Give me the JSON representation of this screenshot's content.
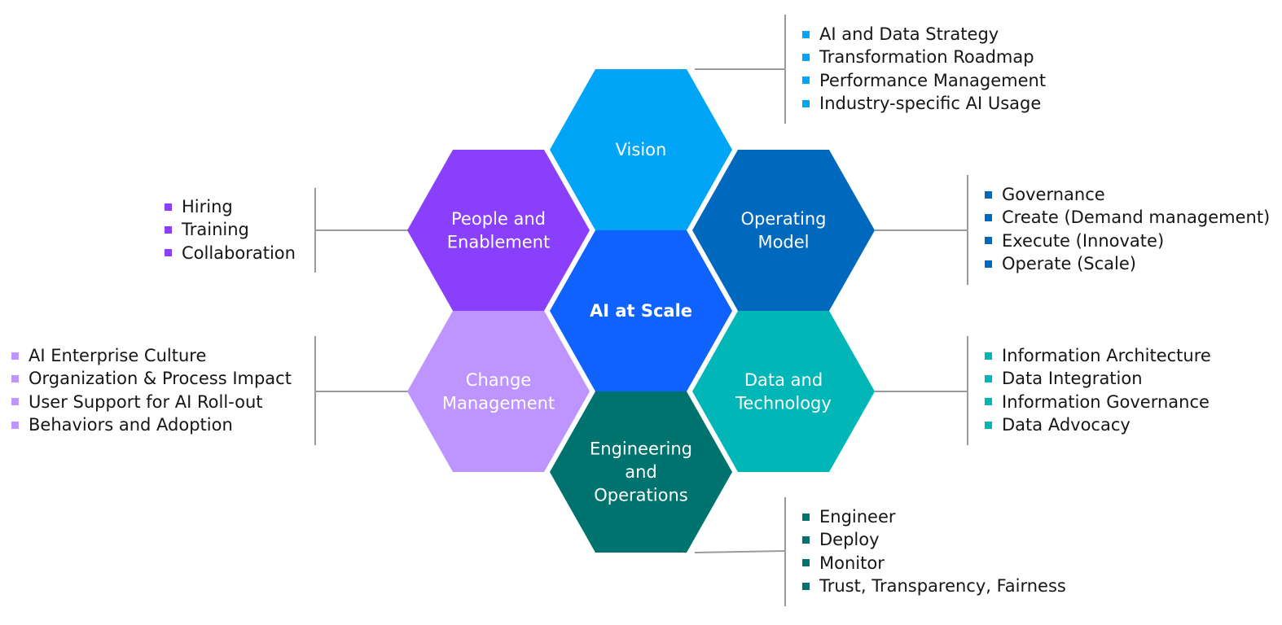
{
  "center": {
    "label": "AI at Scale",
    "color": "#0f62fe"
  },
  "hexes": {
    "vision": {
      "lines": [
        "Vision"
      ],
      "color": "#00a5f7"
    },
    "people": {
      "lines": [
        "People and",
        "Enablement"
      ],
      "color": "#8a3ffc"
    },
    "operating": {
      "lines": [
        "Operating",
        "Model"
      ],
      "color": "#0069be"
    },
    "change": {
      "lines": [
        "Change",
        "Management"
      ],
      "color": "#be95ff"
    },
    "data": {
      "lines": [
        "Data and",
        "Technology"
      ],
      "color": "#00b6b6"
    },
    "engineering": {
      "lines": [
        "Engineering",
        "and",
        "Operations"
      ],
      "color": "#00736e"
    }
  },
  "lists": {
    "vision": {
      "items": [
        "AI and Data Strategy",
        "Transformation Roadmap",
        "Performance Management",
        "Industry-specific AI Usage"
      ]
    },
    "people": {
      "items": [
        "Hiring",
        "Training",
        "Collaboration"
      ]
    },
    "operating": {
      "items": [
        "Governance",
        "Create (Demand management)",
        "Execute (Innovate)",
        "Operate (Scale)"
      ]
    },
    "change": {
      "items": [
        "AI Enterprise Culture",
        "Organization & Process Impact",
        "User Support for AI Roll-out",
        "Behaviors and Adoption"
      ]
    },
    "data": {
      "items": [
        "Information Architecture",
        "Data Integration",
        "Information Governance",
        "Data Advocacy"
      ]
    },
    "engineering": {
      "items": [
        "Engineer",
        "Deploy",
        "Monitor",
        "Trust, Transparency, Fairness"
      ]
    }
  },
  "connector_color": "#9a9a9a"
}
